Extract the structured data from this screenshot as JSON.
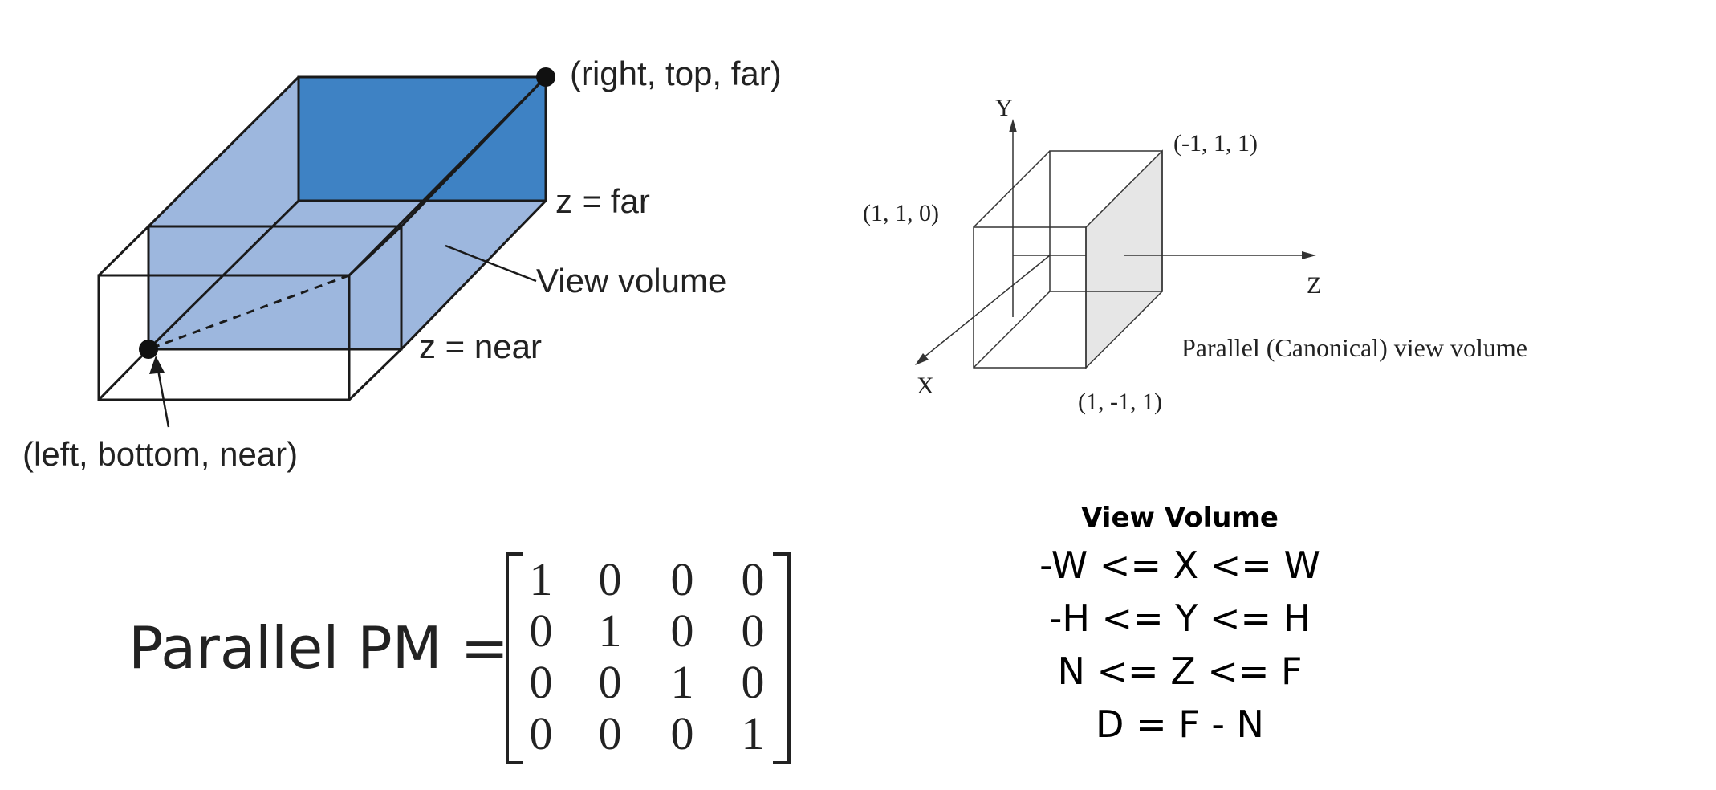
{
  "left_diagram": {
    "corner_far_label": "(right, top, far)",
    "far_plane_label": "z = far",
    "view_volume_label": "View volume",
    "near_plane_label": "z = near",
    "corner_near_label": "(left, bottom, near)",
    "colors": {
      "far_face": "#3e82c4",
      "box_fill": "#9db7de",
      "outline": "#1a1a1a"
    }
  },
  "right_diagram": {
    "axis_y": "Y",
    "axis_x": "X",
    "axis_z": "Z",
    "corner_back_top": "(-1, 1, 1)",
    "corner_front_top": "(1, 1, 0)",
    "corner_bottom": "(1, -1, 1)",
    "caption": "Parallel (Canonical) view volume",
    "colors": {
      "shaded_face": "#e6e6e6"
    }
  },
  "view_volume": {
    "title": "View Volume",
    "lines": [
      "-W <= X <= W",
      "-H <= Y <= H",
      "N <= Z <= F",
      "D = F - N"
    ]
  },
  "projection_matrix": {
    "label": "Parallel PM =",
    "rows": [
      [
        "1",
        "0",
        "0",
        "0"
      ],
      [
        "0",
        "1",
        "0",
        "0"
      ],
      [
        "0",
        "0",
        "1",
        "0"
      ],
      [
        "0",
        "0",
        "0",
        "1"
      ]
    ]
  }
}
